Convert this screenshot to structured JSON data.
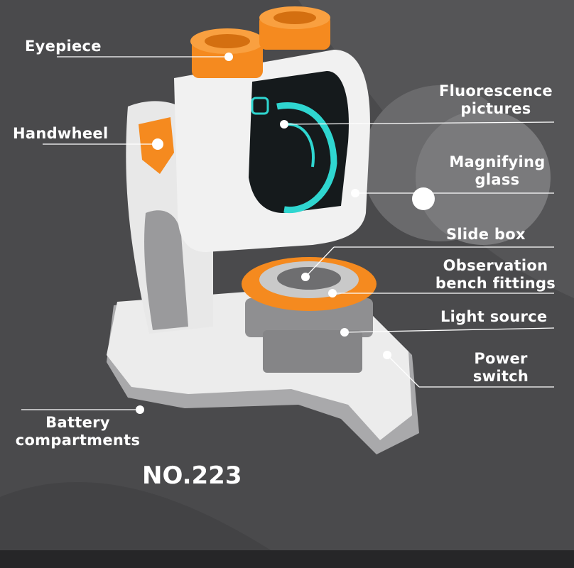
{
  "labels": {
    "eyepiece": "Eyepiece",
    "handwheel": "Handwheel",
    "fluorescence_1": "Fluorescence",
    "fluorescence_2": "pictures",
    "magnifying_1": "Magnifying",
    "magnifying_2": "glass",
    "slide_box": "Slide box",
    "observation_1": "Observation",
    "observation_2": "bench fittings",
    "light_source": "Light source",
    "power_1": "Power",
    "power_2": "switch",
    "battery_1": "Battery",
    "battery_2": "compartments"
  },
  "model_number": "NO.223",
  "colors": {
    "background": "#4a4a4c",
    "accent": "#f58a1f",
    "screen": "#2fd6d0",
    "body": "#eeeeee"
  }
}
